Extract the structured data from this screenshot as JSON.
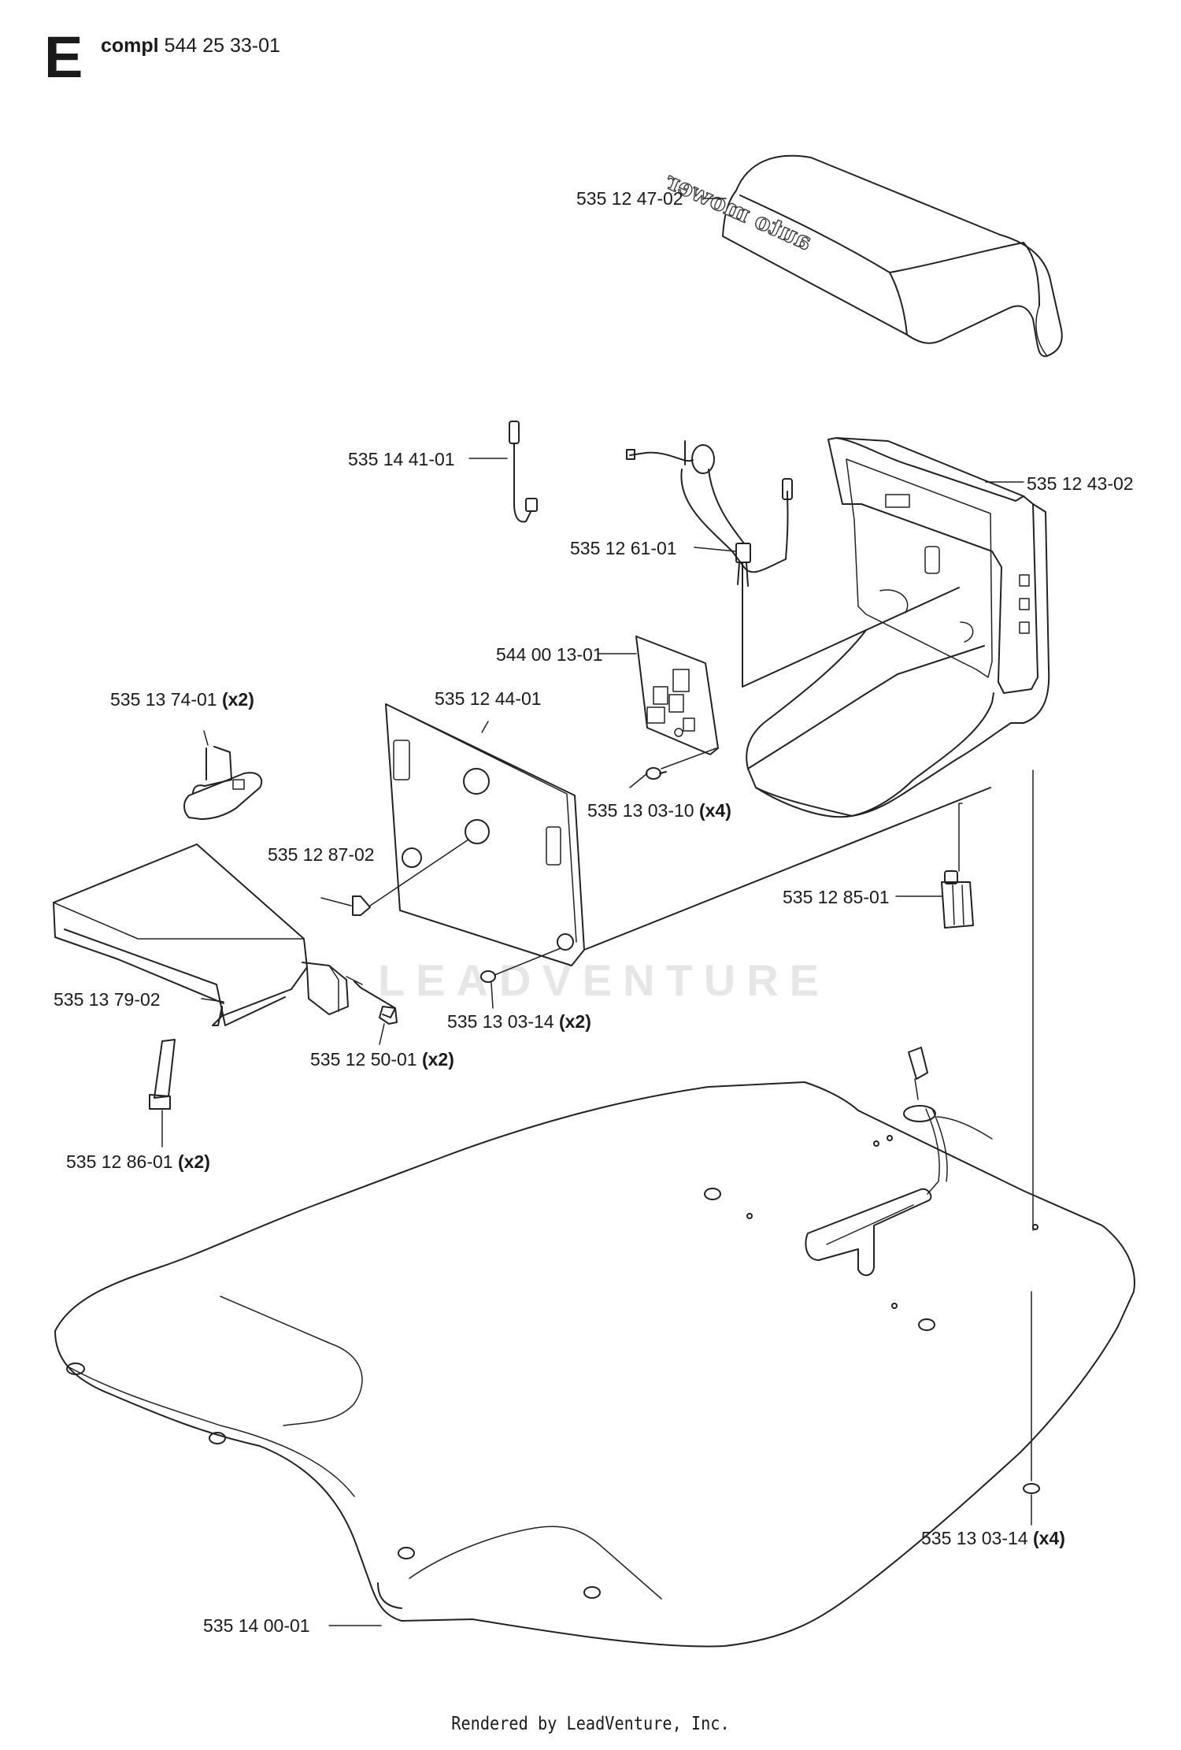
{
  "header": {
    "letter": "E",
    "compl_word": "compl",
    "compl_number": "544 25 33-01"
  },
  "parts": [
    {
      "id": "top-cover",
      "number": "535 12 47-02",
      "qty": ""
    },
    {
      "id": "cable-small",
      "number": "535 14 41-01",
      "qty": ""
    },
    {
      "id": "housing",
      "number": "535 12 43-02",
      "qty": ""
    },
    {
      "id": "cable-harness",
      "number": "535 12 61-01",
      "qty": ""
    },
    {
      "id": "circuit-board",
      "number": "544 00 13-01",
      "qty": ""
    },
    {
      "id": "clip",
      "number": "535 13 74-01",
      "qty": "(x2)"
    },
    {
      "id": "back-plate",
      "number": "535 12 44-01",
      "qty": ""
    },
    {
      "id": "screw-board",
      "number": "535 13 03-10",
      "qty": "(x4)"
    },
    {
      "id": "pin",
      "number": "535 12 87-02",
      "qty": ""
    },
    {
      "id": "connector",
      "number": "535 12 85-01",
      "qty": ""
    },
    {
      "id": "front-cover",
      "number": "535 13 79-02",
      "qty": ""
    },
    {
      "id": "screw-plate",
      "number": "535 13 03-14",
      "qty": "(x2)"
    },
    {
      "id": "spacer",
      "number": "535 12 50-01",
      "qty": "(x2)"
    },
    {
      "id": "strip",
      "number": "535 12 86-01",
      "qty": "(x2)"
    },
    {
      "id": "screw-base",
      "number": "535 13 03-14",
      "qty": "(x4)"
    },
    {
      "id": "base-plate",
      "number": "535 14 00-01",
      "qty": ""
    }
  ],
  "logo_text": "auto mower",
  "watermark": "LEADVENTURE",
  "footer": "Rendered by LeadVenture, Inc."
}
